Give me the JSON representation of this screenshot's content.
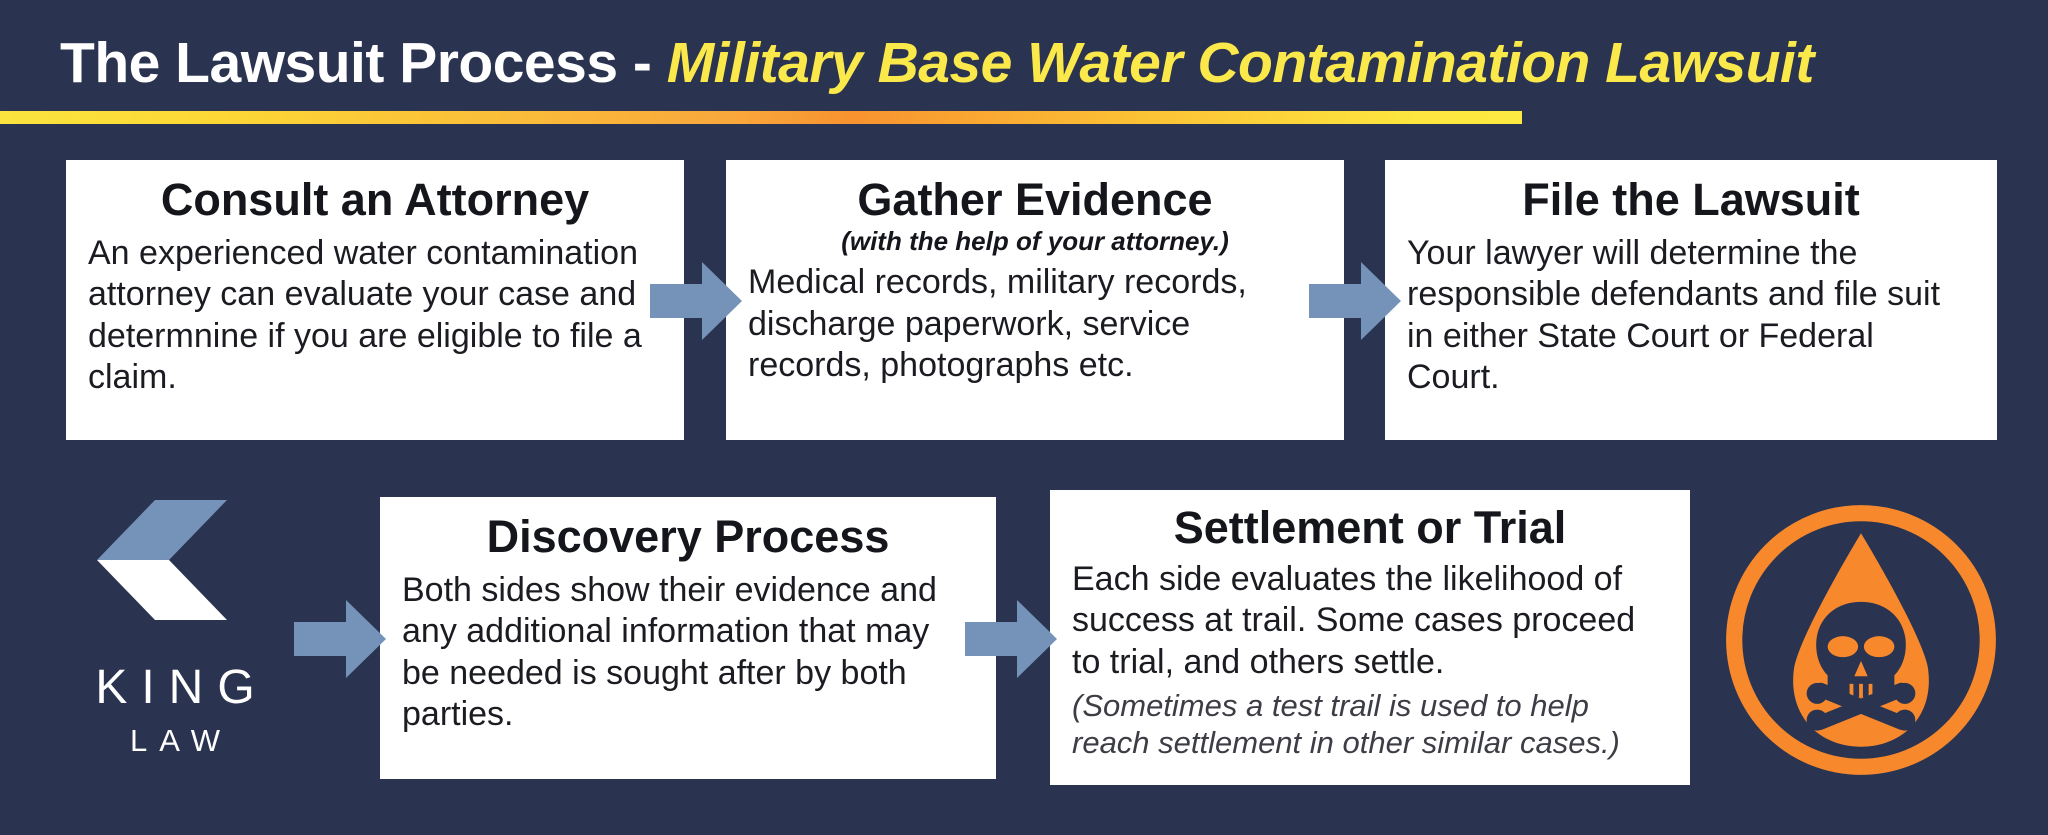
{
  "background_color": "#2a3350",
  "accent_yellow": "#fbe94b",
  "accent_orange": "#f7892c",
  "arrow_color": "#7593b8",
  "card_background": "#ffffff",
  "header": {
    "title_main": "The Lawsuit Process - ",
    "title_accent": "Military Base Water Contamination Lawsuit",
    "rule_gradient": [
      "#fbe43f",
      "#f8932f",
      "#fdea41"
    ]
  },
  "steps": [
    {
      "id": "consult-an-attorney",
      "title": "Consult an Attorney",
      "subtitle": "",
      "body": "An experienced water contamination attorney can evaluate your case and determnine if you are eligible to file a claim.",
      "note": ""
    },
    {
      "id": "gather-evidence",
      "title": "Gather Evidence",
      "subtitle": "(with the help of your attorney.)",
      "body": "Medical records, military records, discharge paperwork, service records, photographs etc.",
      "note": ""
    },
    {
      "id": "file-the-lawsuit",
      "title": "File the Lawsuit",
      "subtitle": "",
      "body": "Your lawyer will determine the responsible defendants and file suit in either State Court or Federal Court.",
      "note": ""
    },
    {
      "id": "discovery-process",
      "title": "Discovery Process",
      "subtitle": "",
      "body": "Both sides show their evidence and any additional information that may be needed is sought after by both parties.",
      "note": ""
    },
    {
      "id": "settlement-or-trial",
      "title": "Settlement or Trial",
      "subtitle": "",
      "body": "Each side evaluates the likelihood of success at trail. Some cases proceed to trial, and others settle.",
      "note": "(Sometimes a test trail is used to help reach settlement in other similar cases.)"
    }
  ],
  "arrows": [
    {
      "name": "arrow-consult-to-evidence",
      "direction": "right"
    },
    {
      "name": "arrow-evidence-to-file",
      "direction": "right"
    },
    {
      "name": "arrow-to-discovery",
      "direction": "right"
    },
    {
      "name": "arrow-discovery-to-settlement",
      "direction": "right"
    }
  ],
  "logo": {
    "name": "king-law-logo",
    "word_primary": "KING",
    "word_secondary": "LAW",
    "mark": "chevron-mark"
  },
  "hazard_icon": {
    "name": "poison-water-drop-icon",
    "description": "skull-and-crossbones inside a water droplet within a ring",
    "color": "#f7892c"
  }
}
